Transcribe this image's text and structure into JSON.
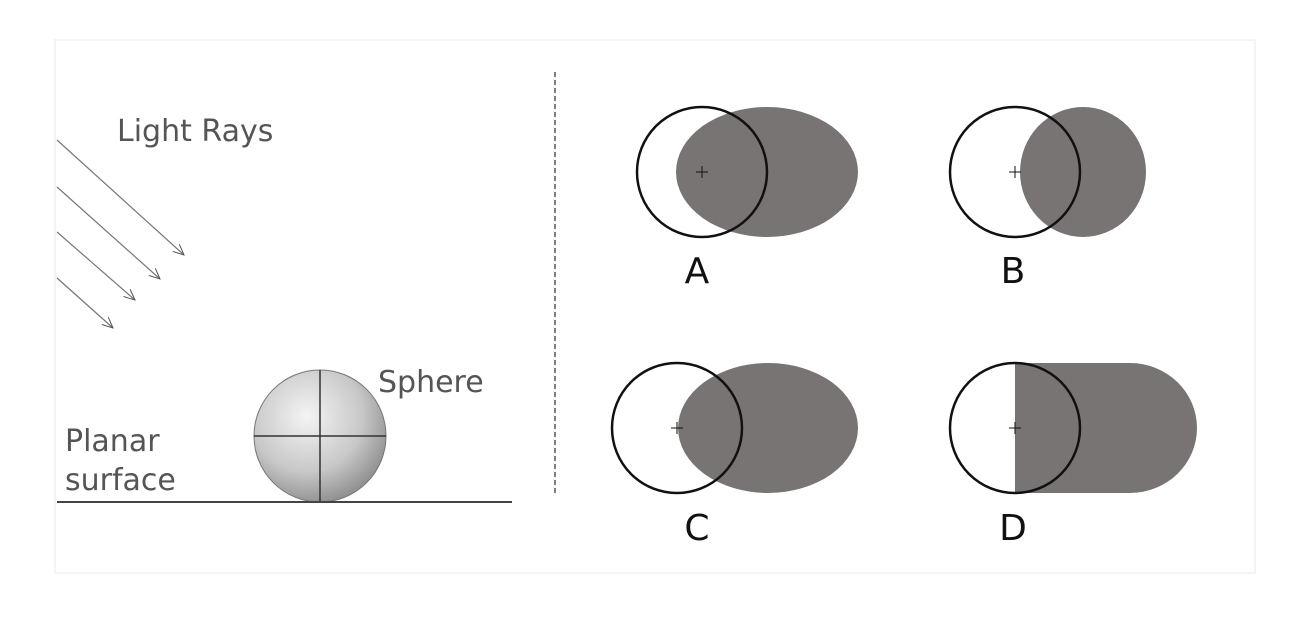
{
  "left_panel": {
    "light_rays_label": "Light Rays",
    "sphere_label": "Sphere",
    "surface_label_line1": "Planar",
    "surface_label_line2": "surface"
  },
  "options": [
    {
      "label": "A"
    },
    {
      "label": "B"
    },
    {
      "label": "C"
    },
    {
      "label": "D"
    }
  ],
  "colors": {
    "shadow": "#787474",
    "text": "#555555",
    "outline": "#111111"
  }
}
